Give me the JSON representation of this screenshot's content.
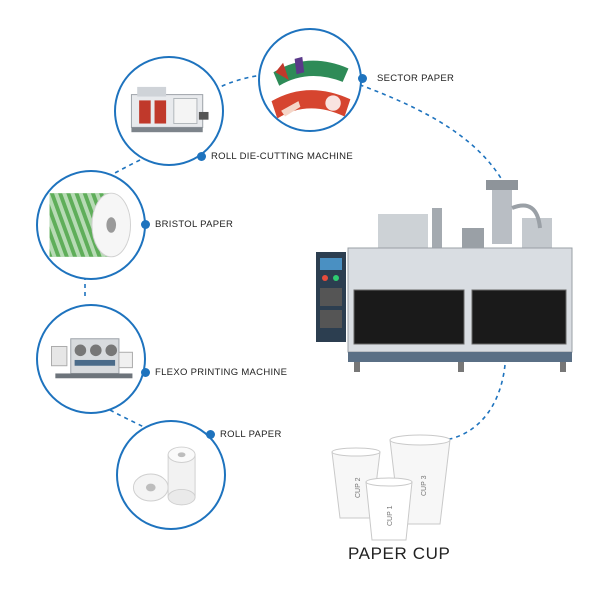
{
  "labels": {
    "sector_paper": "SECTOR PAPER",
    "roll_die_cutting": "ROLL DIE-CUTTING MACHINE",
    "bristol_paper": "BRISTOL PAPER",
    "flexo_printing": "FLEXO PRINTING MACHINE",
    "roll_paper": "ROLL PAPER",
    "paper_cup": "PAPER CUP"
  },
  "cup_labels": [
    "CUP 1",
    "CUP 2",
    "CUP 3"
  ],
  "colors": {
    "accent": "#1e73be",
    "machine_panel": "#1a1a1a",
    "machine_body": "#d9dde2"
  }
}
